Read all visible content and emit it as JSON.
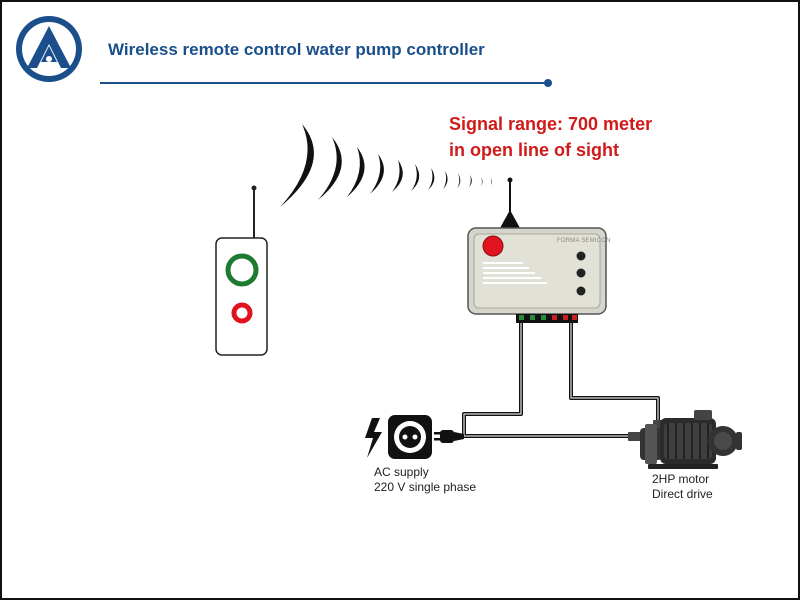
{
  "header": {
    "title": "Wireless remote control water pump controller"
  },
  "signal": {
    "line1": "Signal range: 700 meter",
    "line2": "in open line of sight"
  },
  "controller": {
    "brand": "FORMA SEMICON"
  },
  "ac_supply": {
    "line1": "AC  supply",
    "line2": "220 V single phase"
  },
  "motor": {
    "line1": "2HP motor",
    "line2": "Direct drive"
  },
  "colors": {
    "accent_blue": "#1a4f8c",
    "signal_red": "#d11a1a",
    "button_green": "#1e7a2e",
    "button_red": "#e0141e"
  },
  "icons": [
    "logo-icon",
    "antenna-icon",
    "lightning-icon",
    "socket-icon",
    "plug-icon",
    "pump-motor-icon"
  ]
}
